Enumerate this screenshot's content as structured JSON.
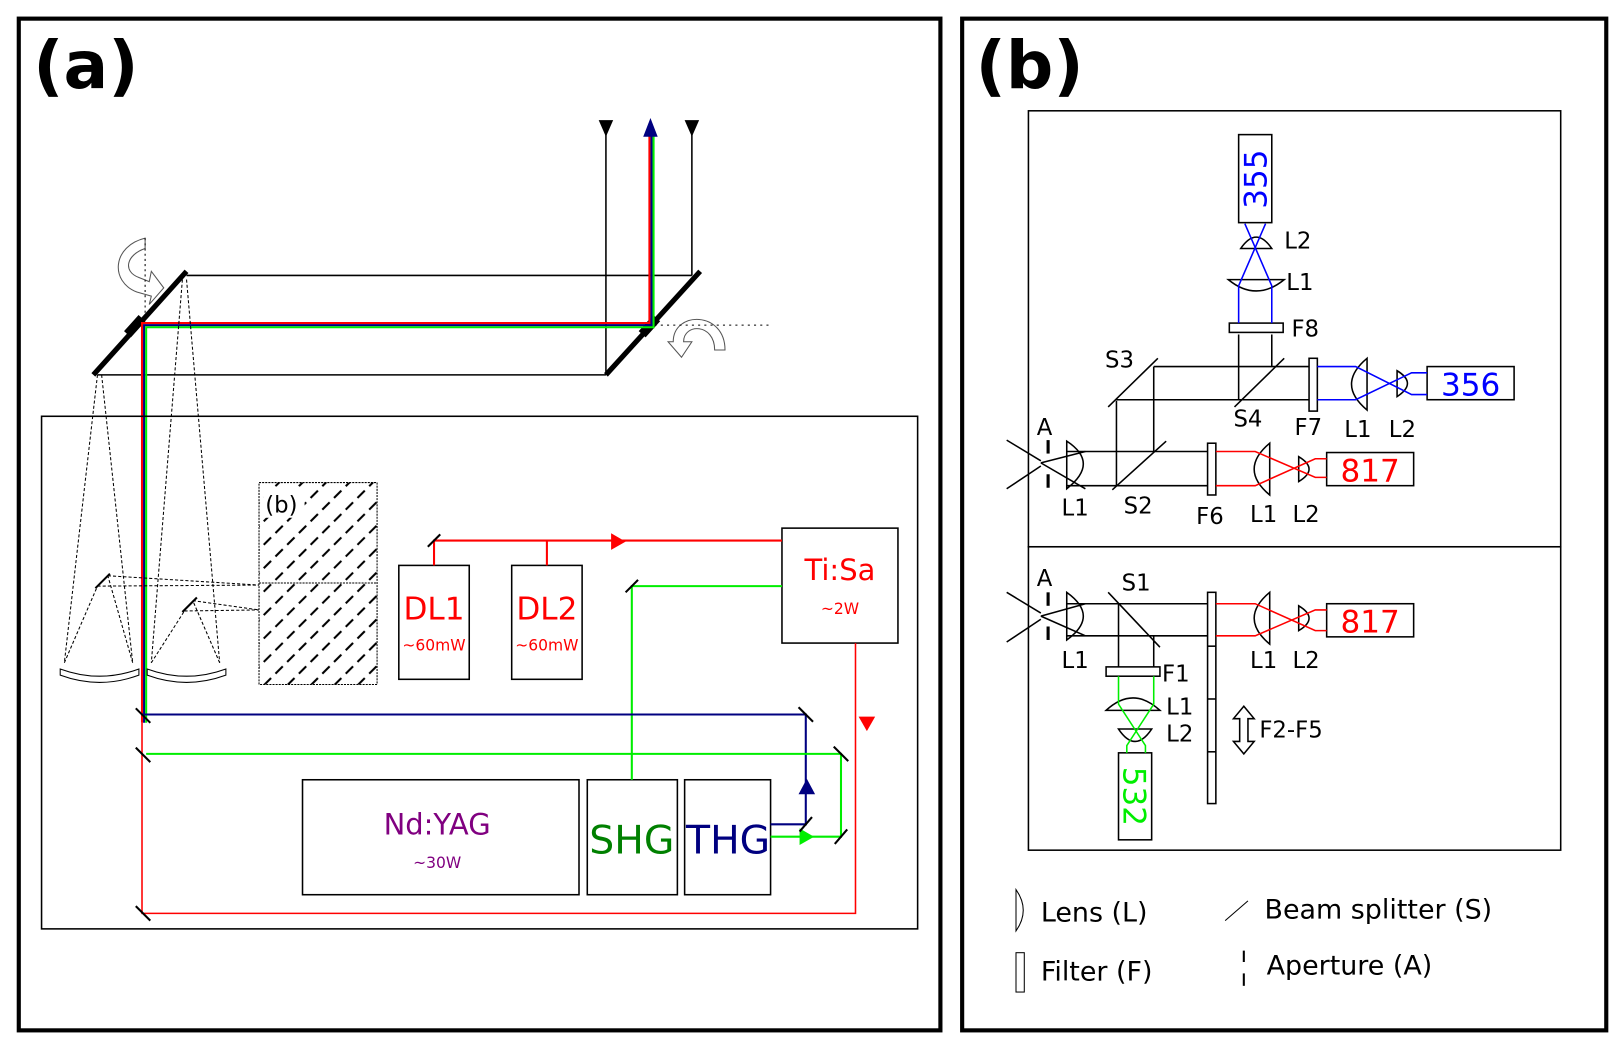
{
  "panel_a": {
    "label": "(a)",
    "inset_label": "(b)",
    "lasers": {
      "dl1": {
        "name": "DL1",
        "power": "~60mW"
      },
      "dl2": {
        "name": "DL2",
        "power": "~60mW"
      },
      "tisa": {
        "name": "Ti:Sa",
        "power": "~2W"
      },
      "ndyag": {
        "name": "Nd:YAG",
        "power": "~30W"
      },
      "shg": {
        "name": "SHG"
      },
      "thg": {
        "name": "THG"
      }
    }
  },
  "panel_b": {
    "label": "(b)",
    "top": {
      "aperture": "A",
      "entry_lens": "L1",
      "s2": "S2",
      "s3": "S3",
      "s4": "S4",
      "f6": "F6",
      "f7": "F7",
      "f8": "F8",
      "red_l1": "L1",
      "red_l2": "L2",
      "red_detector": "817",
      "blue_h_l1": "L1",
      "blue_h_l2": "L2",
      "blue_h_detector": "356",
      "blue_v_l1": "L1",
      "blue_v_l2": "L2",
      "blue_v_detector": "355"
    },
    "bottom": {
      "aperture": "A",
      "entry_lens": "L1",
      "s1": "S1",
      "f1": "F1",
      "filter_wheel": "F2-F5",
      "red_l1": "L1",
      "red_l2": "L2",
      "red_detector": "817",
      "green_l1": "L1",
      "green_l2": "L2",
      "green_detector": "532"
    },
    "legend": {
      "lens": "Lens (L)",
      "beam_splitter": "Beam splitter (S)",
      "filter": "Filter (F)",
      "aperture": "Aperture (A)"
    }
  },
  "colors": {
    "red_beam": "#ff0000",
    "green_beam": "#00ee00",
    "blue_beam": "#0000ff",
    "uv_beam": "#000080",
    "ndyag_text": "#800080",
    "shg_text": "#008000",
    "thg_text": "#000080"
  }
}
